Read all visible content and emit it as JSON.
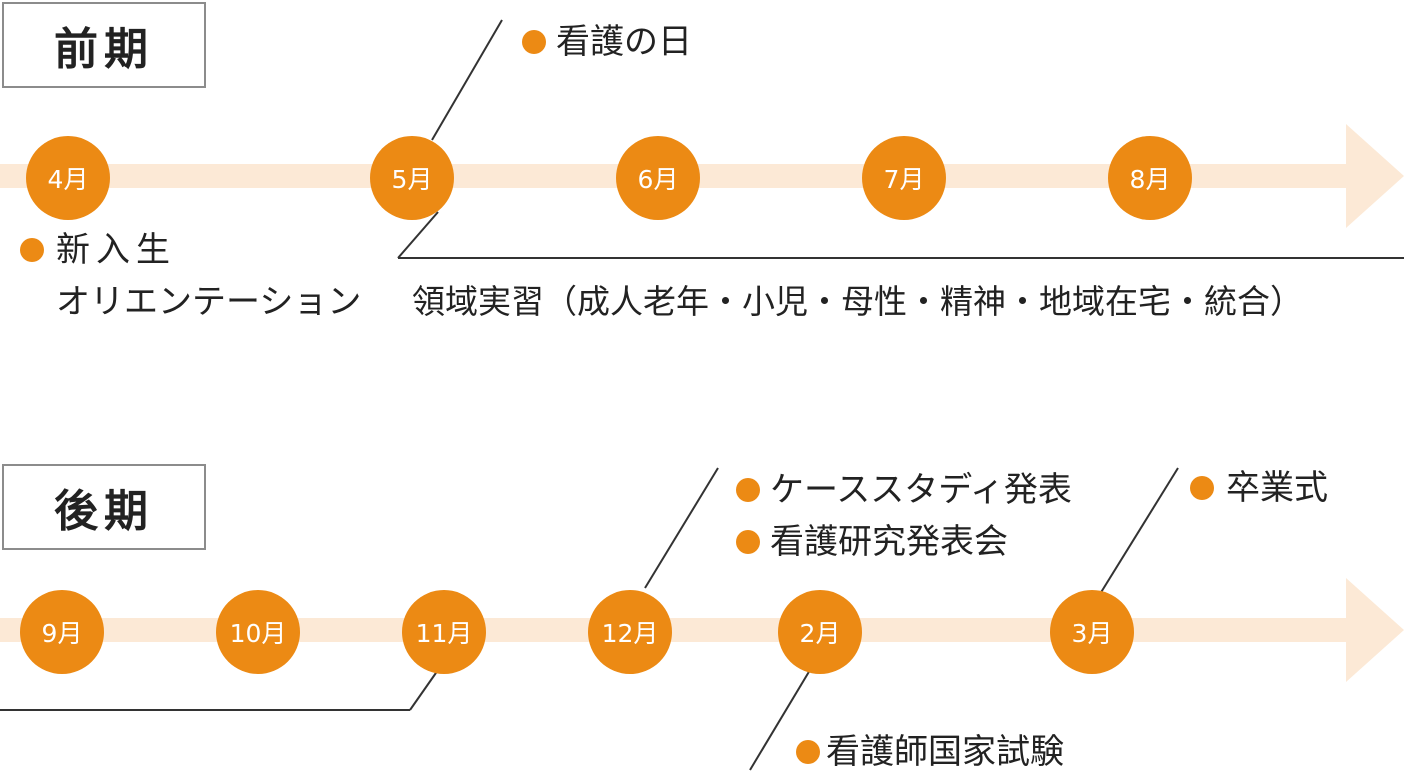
{
  "colors": {
    "band": "#fce9d6",
    "node": "#ec8a14",
    "dot": "#ec8a14",
    "line": "#333333"
  },
  "first_half": {
    "title": "前期",
    "months": [
      "4月",
      "5月",
      "6月",
      "7月",
      "8月"
    ],
    "events": {
      "nursing_day": "看護の日",
      "orientation_line1": "新入生",
      "orientation_line2": "オリエンテーション",
      "practicum": "領域実習（成人老年・小児・母性・精神・地域在宅・統合）"
    }
  },
  "second_half": {
    "title": "後期",
    "months": [
      "9月",
      "10月",
      "11月",
      "12月",
      "2月",
      "3月"
    ],
    "events": {
      "case_study": "ケーススタディ発表",
      "research": "看護研究発表会",
      "graduation": "卒業式",
      "national_exam": "看護師国家試験"
    }
  }
}
